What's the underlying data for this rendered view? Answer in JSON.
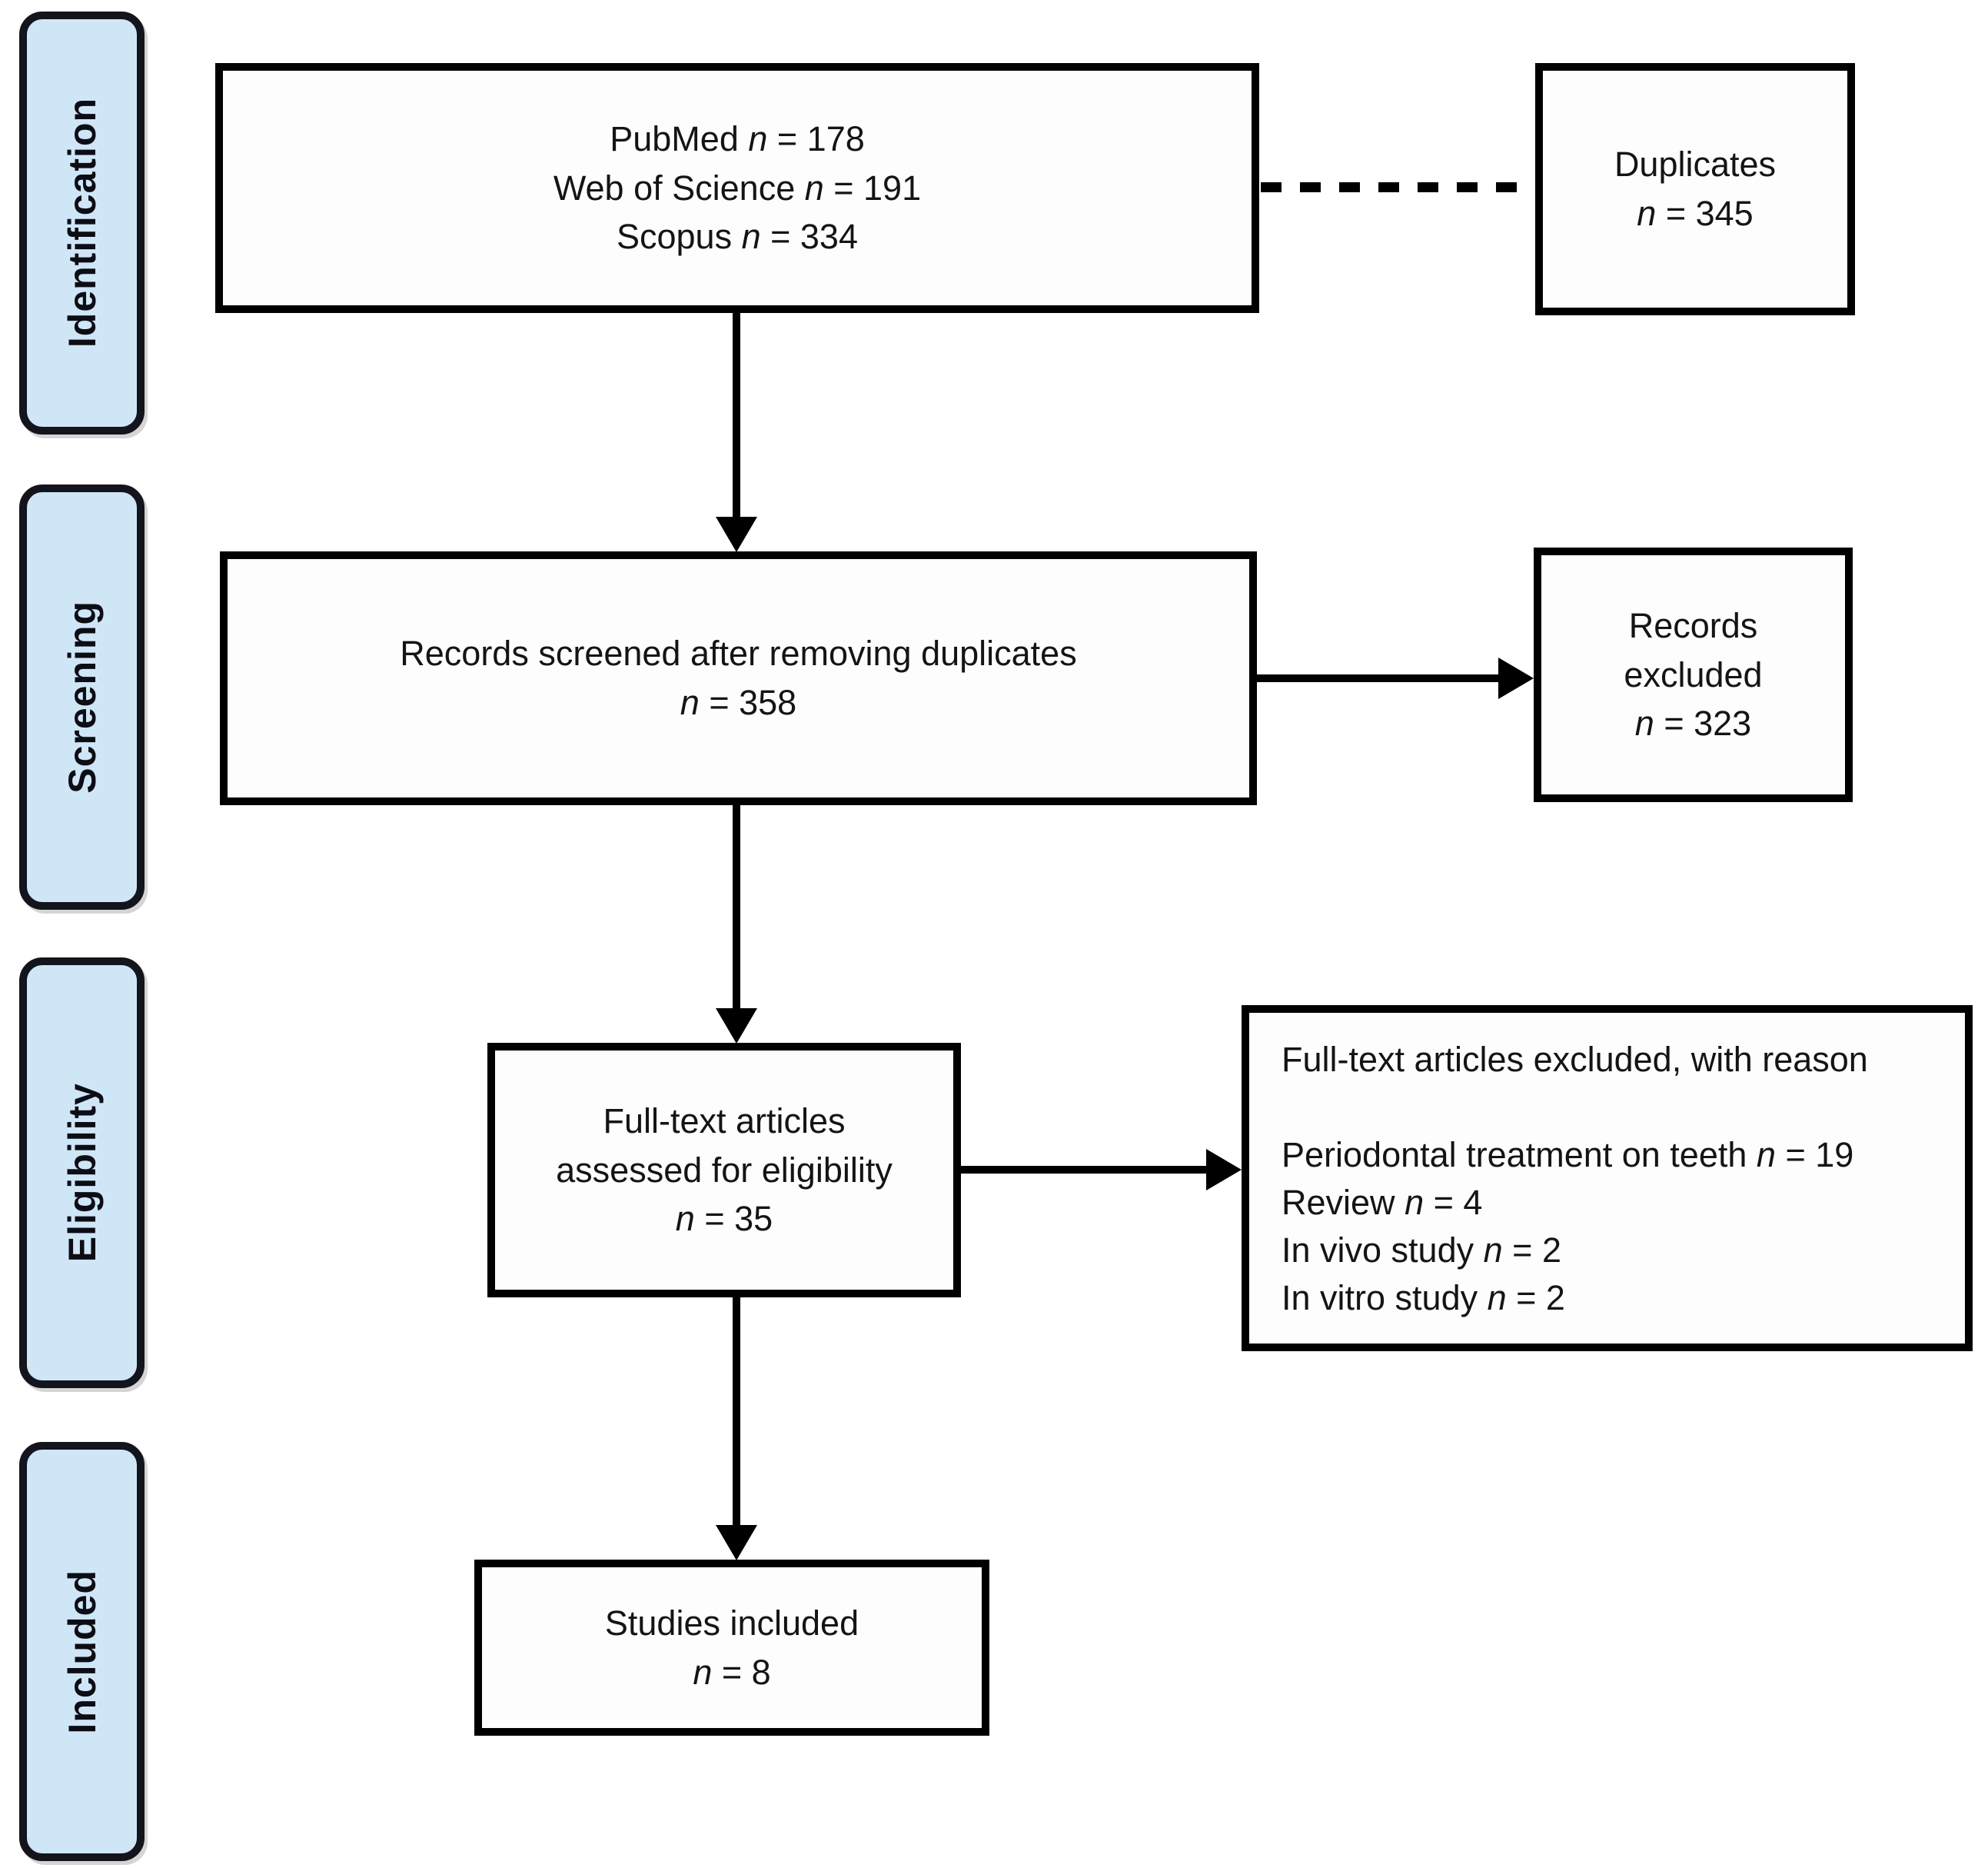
{
  "colors": {
    "page-bg": "#ffffff",
    "stage-fill": "#cfe6f7",
    "stage-border": "#14141c",
    "box-fill": "#fdfdfd",
    "box-border": "#000000",
    "text": "#141414",
    "line": "#000000"
  },
  "sidebar": {
    "stages": [
      {
        "id": "identification",
        "label": "Identification"
      },
      {
        "id": "screening",
        "label": "Screening"
      },
      {
        "id": "eligibility",
        "label": "Eligibility"
      },
      {
        "id": "included",
        "label": "Included"
      }
    ]
  },
  "boxes": {
    "databases": {
      "lines": [
        "PubMed n = 178",
        "Web of Science n = 191",
        "Scopus n = 334"
      ]
    },
    "duplicates": {
      "lines": [
        "Duplicates",
        "n = 345"
      ]
    },
    "records_screened": {
      "lines": [
        "Records screened after removing duplicates",
        "n = 358"
      ]
    },
    "records_excluded": {
      "lines": [
        "Records",
        "excluded",
        "n = 323"
      ]
    },
    "fulltext_assessed": {
      "lines": [
        "Full-text articles",
        "assessed for eligibility",
        "n = 35"
      ]
    },
    "fulltext_excluded": {
      "lines": [
        "Full-text articles excluded, with reason",
        "",
        "Periodontal treatment on teeth n = 19",
        "Review n = 4",
        "In vivo study n = 2",
        "In vitro study n = 2"
      ]
    },
    "studies_included": {
      "lines": [
        "Studies included",
        "n = 8"
      ]
    }
  }
}
